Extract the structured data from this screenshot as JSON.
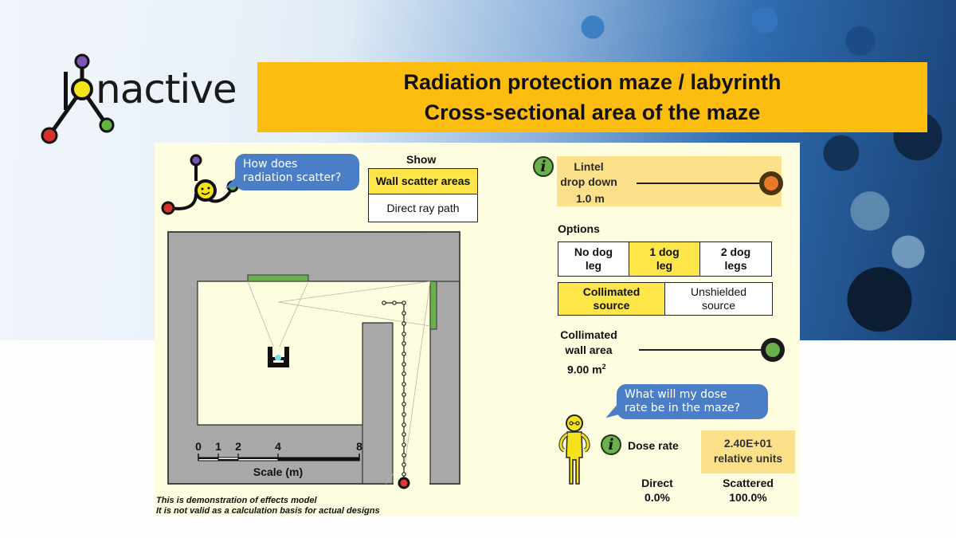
{
  "logo": {
    "text": "Ionactive",
    "text_display": "nactive"
  },
  "title": {
    "line1": "Radiation protection maze / labyrinth",
    "line2": "Cross-sectional area of the maze",
    "background_color": "#fdbd10"
  },
  "mascot_bubble": {
    "line1": "How does",
    "line2": "radiation scatter?"
  },
  "show": {
    "label": "Show",
    "options": [
      {
        "label": "Wall scatter areas",
        "active": true
      },
      {
        "label": "Direct ray path",
        "active": false
      }
    ]
  },
  "lintel": {
    "info_icon": "i",
    "label_line1": "Lintel",
    "label_line2": "drop down",
    "value": "1.0 m",
    "knob_color": "#e87a2a"
  },
  "options": {
    "label": "Options",
    "dog_leg": [
      {
        "line1": "No dog",
        "line2": "leg",
        "active": false
      },
      {
        "line1": "1 dog",
        "line2": "leg",
        "active": true
      },
      {
        "line1": "2 dog",
        "line2": "legs",
        "active": false
      }
    ],
    "source": [
      {
        "line1": "Collimated",
        "line2": "source",
        "active": true
      },
      {
        "line1": "Unshielded",
        "line2": "source",
        "active": false
      }
    ]
  },
  "collimated_wall_area": {
    "line1": "Collimated",
    "line2": "wall area",
    "value": "9.00 m",
    "unit_sup": "2",
    "knob_color": "#6ab04c"
  },
  "person_bubble": {
    "line1": "What will my dose",
    "line2": "rate be in the maze?"
  },
  "dose_rate": {
    "info_icon": "i",
    "label": "Dose rate",
    "value": "2.40E+01",
    "unit": "relative units",
    "direct_label": "Direct",
    "direct_value": "0.0%",
    "scattered_label": "Scattered",
    "scattered_value": "100.0%"
  },
  "scale": {
    "ticks": [
      "0",
      "1",
      "2",
      "4",
      "8"
    ],
    "label": "Scale (m)"
  },
  "disclaimer": {
    "line1": "This is demonstration of effects model",
    "line2": "It is not valid as a calculation basis for actual designs"
  },
  "colors": {
    "wall": "#a8a8a8",
    "floor": "#fffde0",
    "scatter_area": "#6ab04c",
    "highlight": "#fde54a",
    "bubble": "#4a7fc8",
    "detector": "#e03b2e"
  }
}
